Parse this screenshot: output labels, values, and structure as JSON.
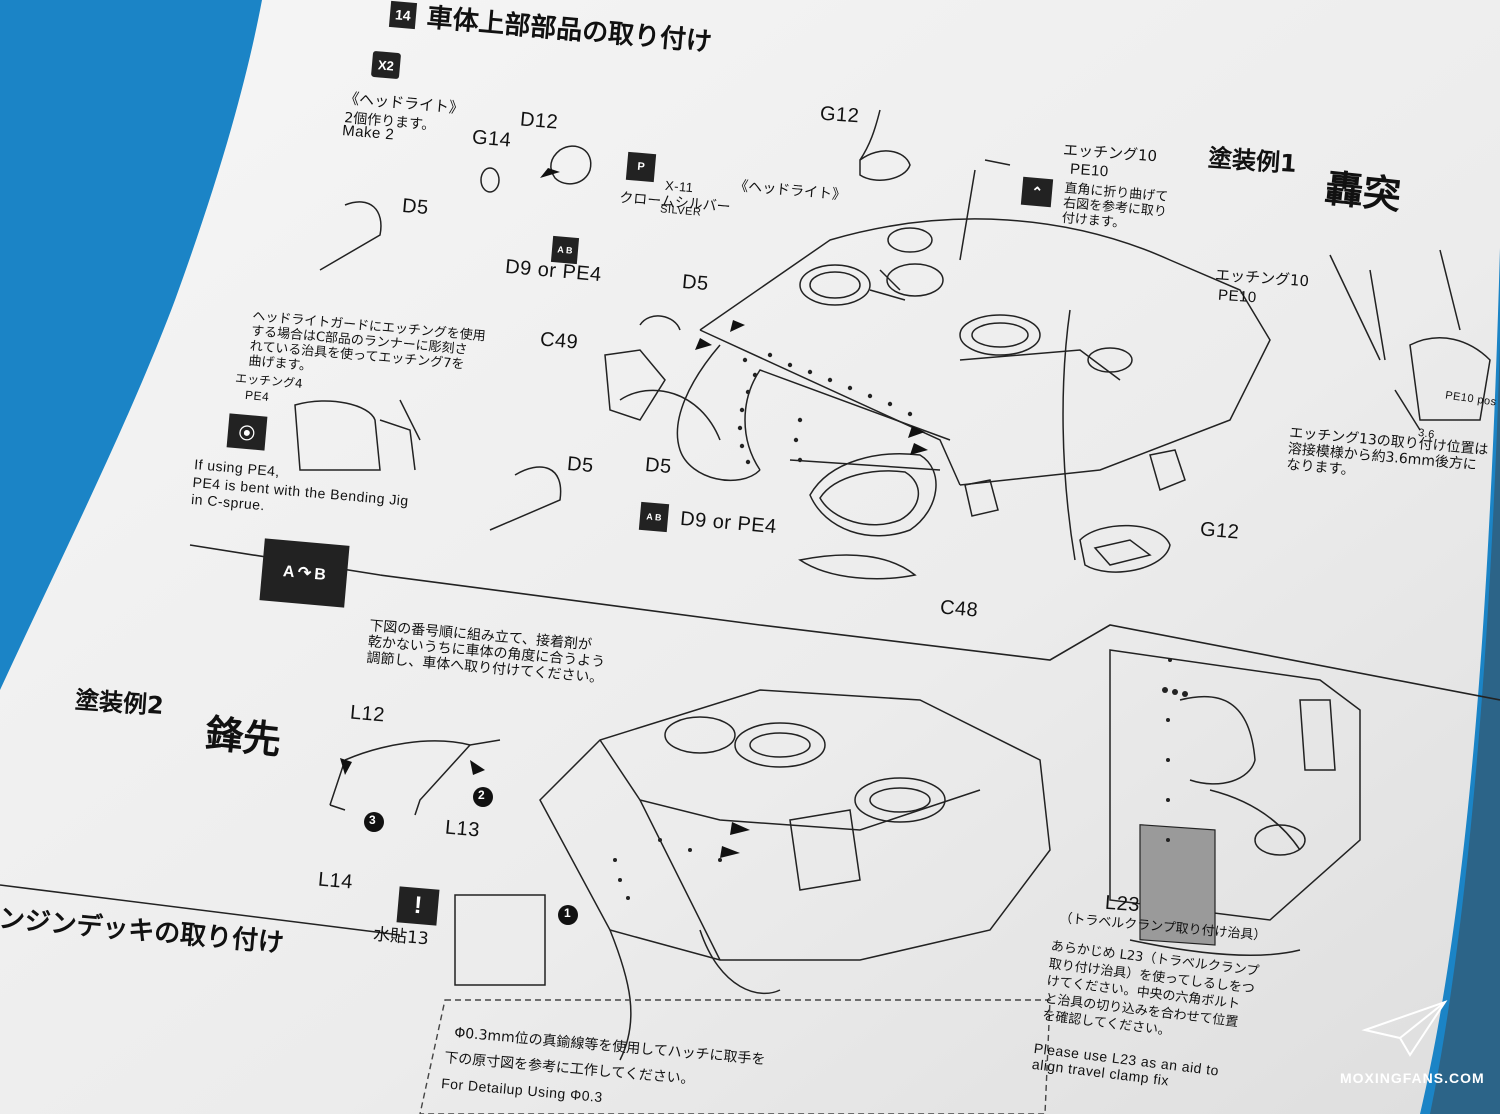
{
  "step": {
    "number": "14",
    "title": "車体上部部品の取り付け"
  },
  "headlight": {
    "multiplier": "X2",
    "title": "《ヘッドライト》",
    "note_jp": "2個作ります。",
    "note_en": "Make 2",
    "paint_code": "X-11",
    "paint_name": "クロームシルバー",
    "paint_en": "SILVER",
    "label_callout": "《ヘッドライト》"
  },
  "parts": {
    "g12_top": "G12",
    "d12": "D12",
    "g14": "G14",
    "d5_a": "D5",
    "d5_b": "D5",
    "d5_c": "D5",
    "d5_d": "D5",
    "d9_pe4_a": "D9 or PE4",
    "d9_pe4_b": "D9 or PE4",
    "c49": "C49",
    "c48": "C48",
    "g12_bottom": "G12",
    "l12": "L12",
    "l13": "L13",
    "l14": "L14",
    "l23": "L23",
    "pe4": "PE4",
    "pe4_jp": "エッチング4",
    "pe10_jp": "エッチング10",
    "pe10": "PE10",
    "pe10_right_jp": "エッチング10",
    "pe10_right": "PE10",
    "pe10_pos": "PE10 pos",
    "dim_36": "3.6"
  },
  "notes": {
    "pe10_fold": "直角に折り曲げて\n右図を参考に取り\n付けます。",
    "headlight_guard": "ヘッドライトガードにエッチングを使用\nする場合はC部品のランナーに彫刻さ\nれている治具を使ってエッチング7を\n曲げます。",
    "pe4_en": "If using PE4,\nPE4 is bent with the Bending Jig\nin C-sprue.",
    "assembly": "下図の番号順に組み立て、接着剤が\n乾かないうちに車体の角度に合うよう\n調節し、車体へ取り付けてください。",
    "pe13": "エッチング13の取り付け位置は\n溶接模様から約3.6mm後方に\nなります。",
    "l23_name": "（トラベルクランプ取り付け治具）",
    "l23_jp": "あらかじめ L23（トラベルクランプ\n取り付け治具）を使ってしるしをつ\nけてください。中央の六角ボルト\nと治具の切り込みを合わせて位置\nを確認してください。",
    "l23_en": "Please use L23 as an aid to\nalign travel clamp fix",
    "detail_jp1": "Φ0.3mm位の真鍮線等を使用してハッチに取手を",
    "detail_jp2": "下の原寸図を参考に工作してください。",
    "detail_en": "For Detailup Using Φ0.3"
  },
  "options": {
    "marking1": "塗装例1",
    "marking1_name": "轟突",
    "marking2": "塗装例2",
    "marking2_name": "鋒先"
  },
  "decal": {
    "label": "水貼13"
  },
  "steps_small": {
    "s1": "1",
    "s2": "2",
    "s3": "3"
  },
  "next_section": {
    "title": "ンジンデッキの取り付け"
  },
  "watermark": "MOXINGFANS.COM",
  "colors": {
    "background": "#1b84c6",
    "paper": "#efefef",
    "ink": "#111111"
  }
}
